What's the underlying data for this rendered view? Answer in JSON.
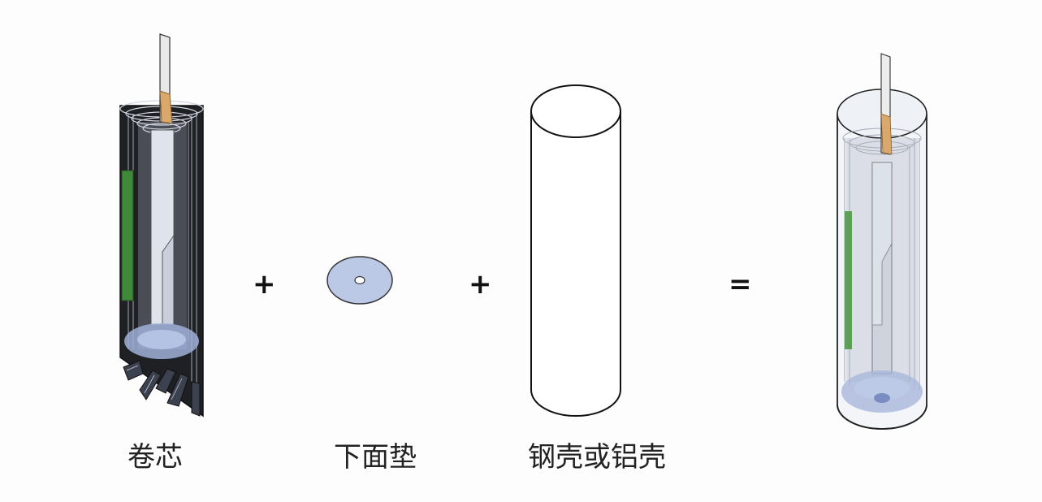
{
  "components": [
    {
      "id": "jelly-roll",
      "label": "卷芯"
    },
    {
      "id": "bottom-pad",
      "label": "下面垫"
    },
    {
      "id": "case",
      "label": "钢壳或铝壳"
    }
  ],
  "operators": {
    "plus_1": "+",
    "plus_2": "+",
    "equals": "="
  },
  "colors": {
    "outline": "#1a1a1a",
    "dark_layer": "#1f2024",
    "core_fill": "#c9cedb",
    "tab_copper": "#d9a86a",
    "tab_steel": "#e8e8e8",
    "green_strip": "#3f8a3a",
    "blue_base": "#9fb0d8",
    "pad_fill": "#bcc9e6"
  }
}
